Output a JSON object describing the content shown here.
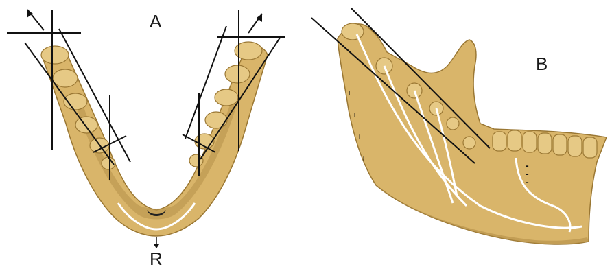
{
  "labels": {
    "a": "A",
    "b": "B",
    "r": "R"
  },
  "markers": {
    "plus": "+",
    "dash": "-"
  },
  "colors": {
    "bone": "#d9b56a",
    "bone_light": "#ecd198",
    "bone_dark": "#9a7733",
    "tooth": "#e6c985",
    "line": "#111111",
    "white_line": "#ffffff"
  }
}
